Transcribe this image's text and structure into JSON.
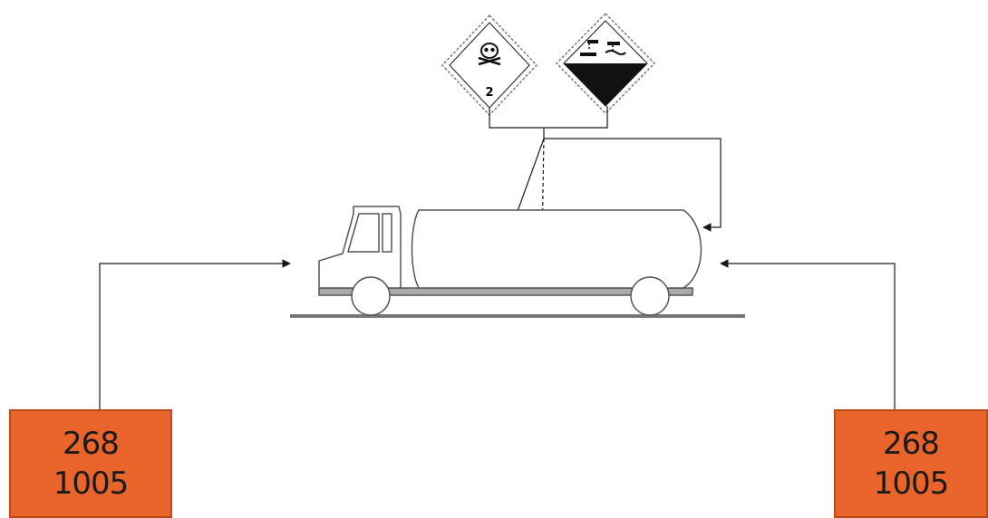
{
  "placards": {
    "toxic_gas": {
      "class_number": "2",
      "symbol": "skull-and-crossbones"
    },
    "corrosive": {
      "symbol": "corrosive-liquid"
    }
  },
  "orange_plates": {
    "left": {
      "hazard_id": "268",
      "un_number": "1005"
    },
    "right": {
      "hazard_id": "268",
      "un_number": "1005"
    }
  },
  "colors": {
    "plate_orange": "#e8642a",
    "line": "#1a1a1a",
    "truck_outline": "#555555"
  }
}
